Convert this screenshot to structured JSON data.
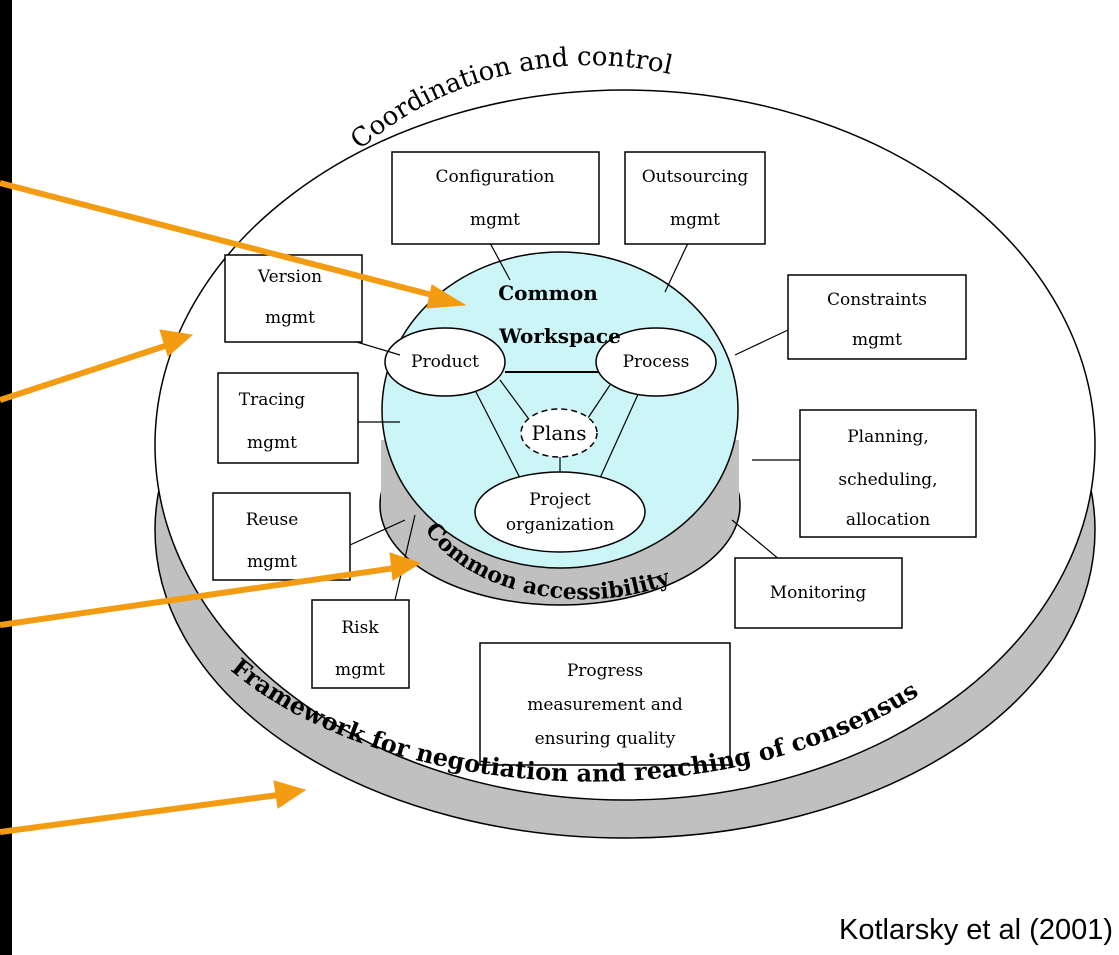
{
  "ring_labels": {
    "outer_top": "Coordination and control",
    "middle": "Common accessibility",
    "outer_bottom": "Framework for negotiation and reaching of consensus"
  },
  "center": {
    "title_line1": "Common",
    "title_line2": "Workspace",
    "product": "Product",
    "process": "Process",
    "plans": "Plans",
    "project_line1": "Project",
    "project_line2": "organization"
  },
  "boxes": {
    "configuration": [
      "Configuration",
      "mgmt"
    ],
    "outsourcing": [
      "Outsourcing",
      "mgmt"
    ],
    "version": [
      "Version",
      "mgmt"
    ],
    "constraints": [
      "Constraints",
      "mgmt"
    ],
    "tracing": [
      "Tracing",
      "mgmt"
    ],
    "planning": [
      "Planning,",
      "scheduling,",
      "allocation"
    ],
    "reuse": [
      "Reuse",
      "mgmt"
    ],
    "monitoring": [
      "Monitoring"
    ],
    "risk": [
      "Risk",
      "mgmt"
    ],
    "progress": [
      "Progress",
      "measurement and",
      "ensuring quality"
    ]
  },
  "citation": "Kotlarsky et al (2001)",
  "colors": {
    "arrow": "#f39c12",
    "workspace": "#ccf5f8",
    "ring": "#c0c0c0"
  }
}
